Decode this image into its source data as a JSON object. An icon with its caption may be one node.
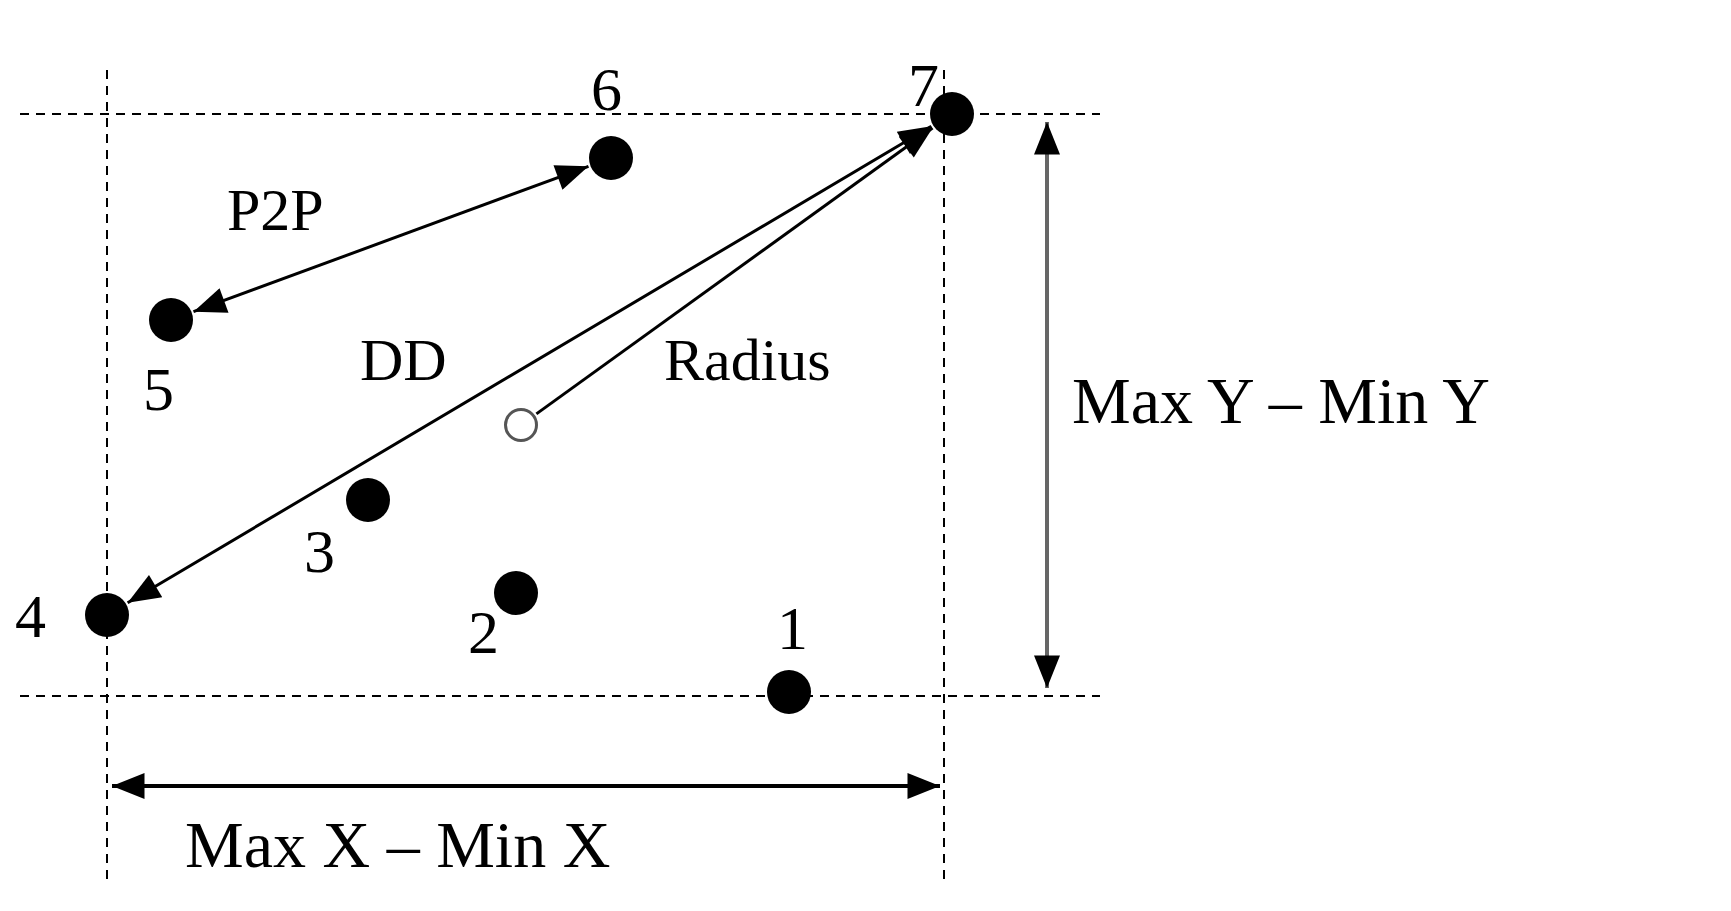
{
  "diagram": {
    "nodes": [
      {
        "text": [],
        "shape": "circle",
        "beside": [
          "1"
        ]
      },
      {
        "text": [],
        "shape": "circle",
        "beside": [
          "2"
        ]
      },
      {
        "text": [],
        "shape": "circle",
        "beside": [
          "3"
        ]
      },
      {
        "text": [],
        "shape": "circle",
        "beside": [
          "4"
        ]
      },
      {
        "text": [],
        "shape": "circle",
        "beside": [
          "5"
        ]
      },
      {
        "text": [],
        "shape": "circle",
        "beside": [
          "6"
        ]
      },
      {
        "text": [],
        "shape": "circle",
        "beside": [
          "7"
        ]
      },
      {
        "text": [],
        "shape": "circle"
      }
    ],
    "edges": [
      {
        "from": 4,
        "to": 5,
        "arrow": "both",
        "label": "P2P"
      },
      {
        "from": 3,
        "to": 6,
        "arrow": "both",
        "label": "DD"
      },
      {
        "from": 7,
        "to": 6,
        "arrow": "to",
        "label": "Radius"
      }
    ],
    "labels": [
      "Max Y – Min Y",
      "Max X – Min X"
    ]
  }
}
